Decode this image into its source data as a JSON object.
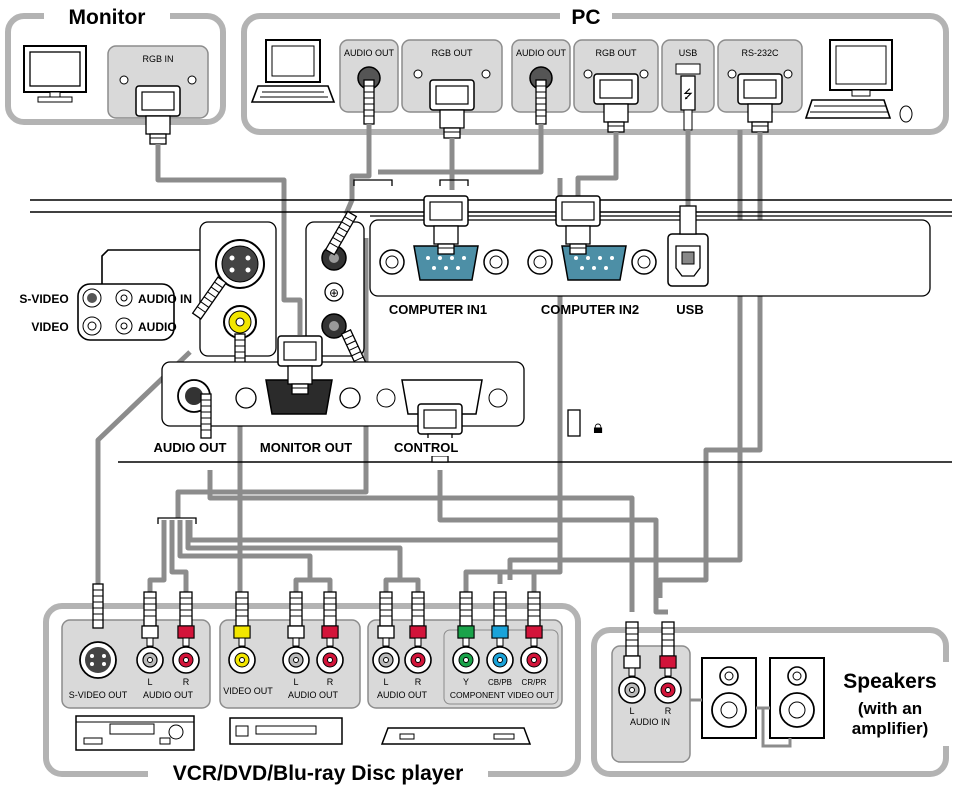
{
  "groups": {
    "monitor": "Monitor",
    "pc": "PC",
    "player": "VCR/DVD/Blu-ray Disc player",
    "speakers_line1": "Speakers",
    "speakers_line2": "(with an",
    "speakers_line3": "amplifier)"
  },
  "monitor_port": "RGB IN",
  "pc_ports": {
    "audio_out_1": "AUDIO OUT",
    "rgb_out_1": "RGB OUT",
    "audio_out_2": "AUDIO OUT",
    "rgb_out_2": "RGB OUT",
    "usb": "USB",
    "rs232c": "RS-232C"
  },
  "projector": {
    "computer_in1": "COMPUTER IN1",
    "computer_in2": "COMPUTER IN2",
    "usb": "USB",
    "audio_out": "AUDIO OUT",
    "monitor_out": "MONITOR OUT",
    "control": "CONTROL",
    "s_video": "S-VIDEO",
    "video": "VIDEO",
    "audio_in": "AUDIO IN",
    "audio": "AUDIO"
  },
  "player_ports": {
    "s_video_out": "S-VIDEO OUT",
    "l": "L",
    "r": "R",
    "audio_out": "AUDIO OUT",
    "video_out": "VIDEO OUT",
    "y": "Y",
    "cb_pb": "CB/PB",
    "cr_pr": "CR/PR",
    "component_video_out": "COMPONENT VIDEO OUT"
  },
  "speaker_ports": {
    "l": "L",
    "r": "R",
    "audio_in": "AUDIO IN"
  },
  "colors": {
    "panel_border": "#b3b3b3",
    "cable": "#8c8c8c",
    "video_yellow": "#f2e600",
    "audio_red": "#d3143a",
    "comp_green": "#1aa34a",
    "comp_blue": "#1aa3d9",
    "dsub_teal": "#4d8fa6"
  }
}
